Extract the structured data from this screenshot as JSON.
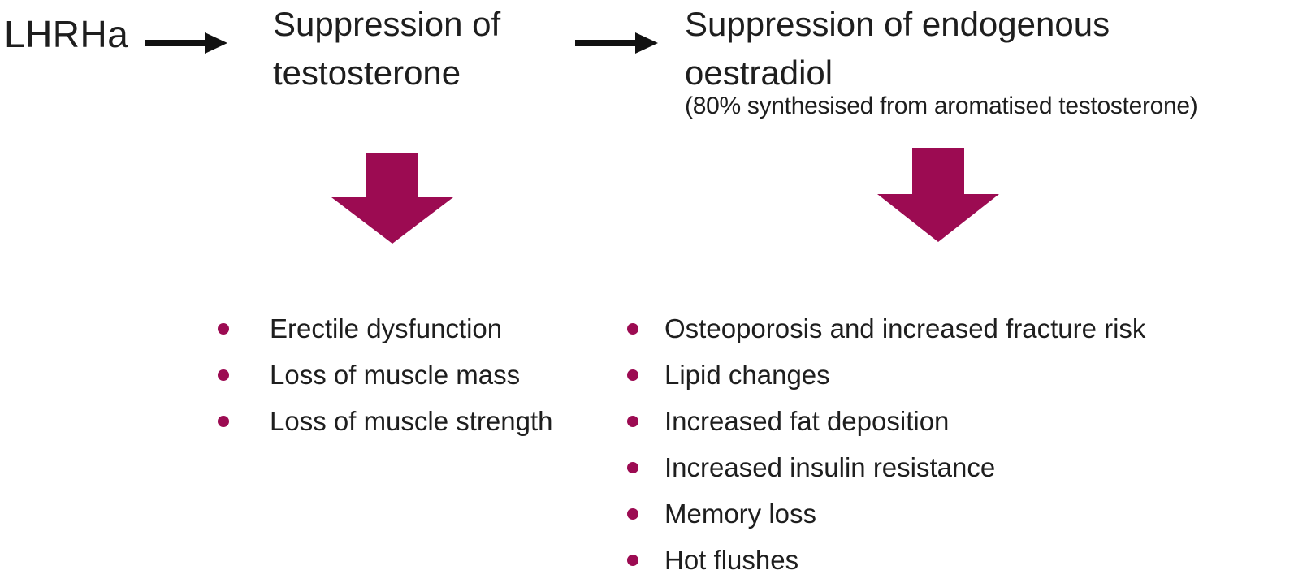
{
  "colors": {
    "accent": "#9C0B52",
    "text": "#1E1E1E",
    "flow_arrow": "#111111",
    "background": "#FFFFFF"
  },
  "flow": {
    "source_label": "LHRHa",
    "step1_title": "Suppression of testosterone",
    "step2_title": "Suppression of endogenous oestradiol",
    "step2_note": "(80% synthesised from aromatised testosterone)"
  },
  "effects_left": {
    "items": [
      "Erectile dysfunction",
      "Loss of muscle mass",
      "Loss of muscle strength"
    ]
  },
  "effects_right": {
    "items": [
      "Osteoporosis and increased fracture risk",
      "Lipid changes",
      "Increased fat deposition",
      "Increased insulin resistance",
      "Memory loss",
      "Hot flushes"
    ]
  }
}
